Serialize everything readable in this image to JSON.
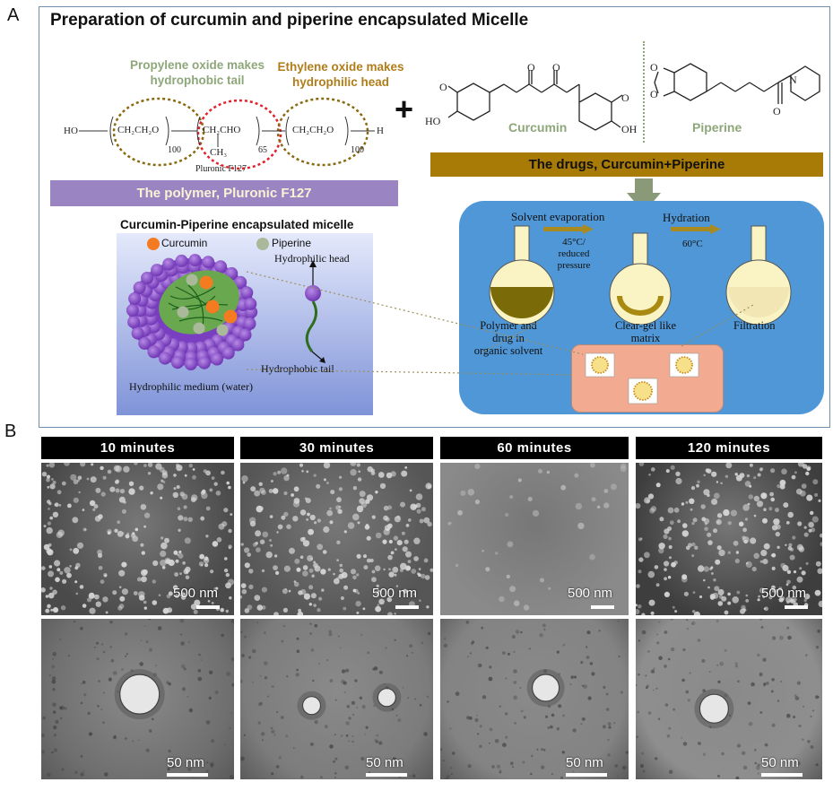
{
  "panel_a": {
    "letter": "A",
    "title": "Preparation of curcumin and piperine encapsulated Micelle",
    "propylene_note": [
      "Propylene oxide makes",
      "hydrophobic tail"
    ],
    "ethylene_note": [
      "Ethylene oxide makes",
      "hydrophilic head"
    ],
    "polymer_formula": {
      "ho": "HO",
      "eo_unit": "CH₂CH₂O",
      "eo_sub_left": "100",
      "po_unit": "CH₂CHO",
      "po_methyl": "CH₃",
      "po_sub": "65",
      "eo_unit_right": "CH₂CH₂O",
      "eo_sub_right": "100",
      "h": "H",
      "caption": "Pluronic F127"
    },
    "plus": "+",
    "polymer_bar": "The polymer, Pluronic F127",
    "curcumin_label": "Curcumin",
    "piperine_label": "Piperine",
    "curcumin_atoms": {
      "o1": "O",
      "o2": "O",
      "ho": "HO",
      "oh": "OH",
      "ome_left": "O",
      "ome_right": "O"
    },
    "piperine_atoms": {
      "o1": "O",
      "o2": "O",
      "o3": "O",
      "n": "N"
    },
    "drugs_bar": "The drugs, Curcumin+Piperine",
    "micelle": {
      "title": "Curcumin-Piperine encapsulated micelle",
      "legend_curcumin": "Curcumin",
      "legend_piperine": "Piperine",
      "head_label": "Hydrophilic head",
      "tail_label": "Hydrophobic tail",
      "medium_label": "Hydrophilic medium (water)"
    },
    "process": {
      "step1": "Solvent evaporation",
      "cond1": [
        "45°C/",
        "reduced",
        "pressure"
      ],
      "step2": "Hydration",
      "cond2": "60°C",
      "flask1": [
        "Polymer and",
        "drug in",
        "organic solvent"
      ],
      "flask2": [
        "Clear-gel like",
        "matrix"
      ],
      "flask3": "Filtration"
    },
    "colors": {
      "curcumin": "#f47b20",
      "piperine": "#a9b99a",
      "micelle": "#8b52c9"
    }
  },
  "panel_b": {
    "letter": "B",
    "columns": [
      {
        "label": "10 minutes",
        "scale_top": "500 nm",
        "scale_bottom": "50 nm"
      },
      {
        "label": "30 minutes",
        "scale_top": "500 nm",
        "scale_bottom": "50 nm"
      },
      {
        "label": "60 minutes",
        "scale_top": "500 nm",
        "scale_bottom": "50 nm"
      },
      {
        "label": "120 minutes",
        "scale_top": "500 nm",
        "scale_bottom": "50 nm"
      }
    ]
  }
}
